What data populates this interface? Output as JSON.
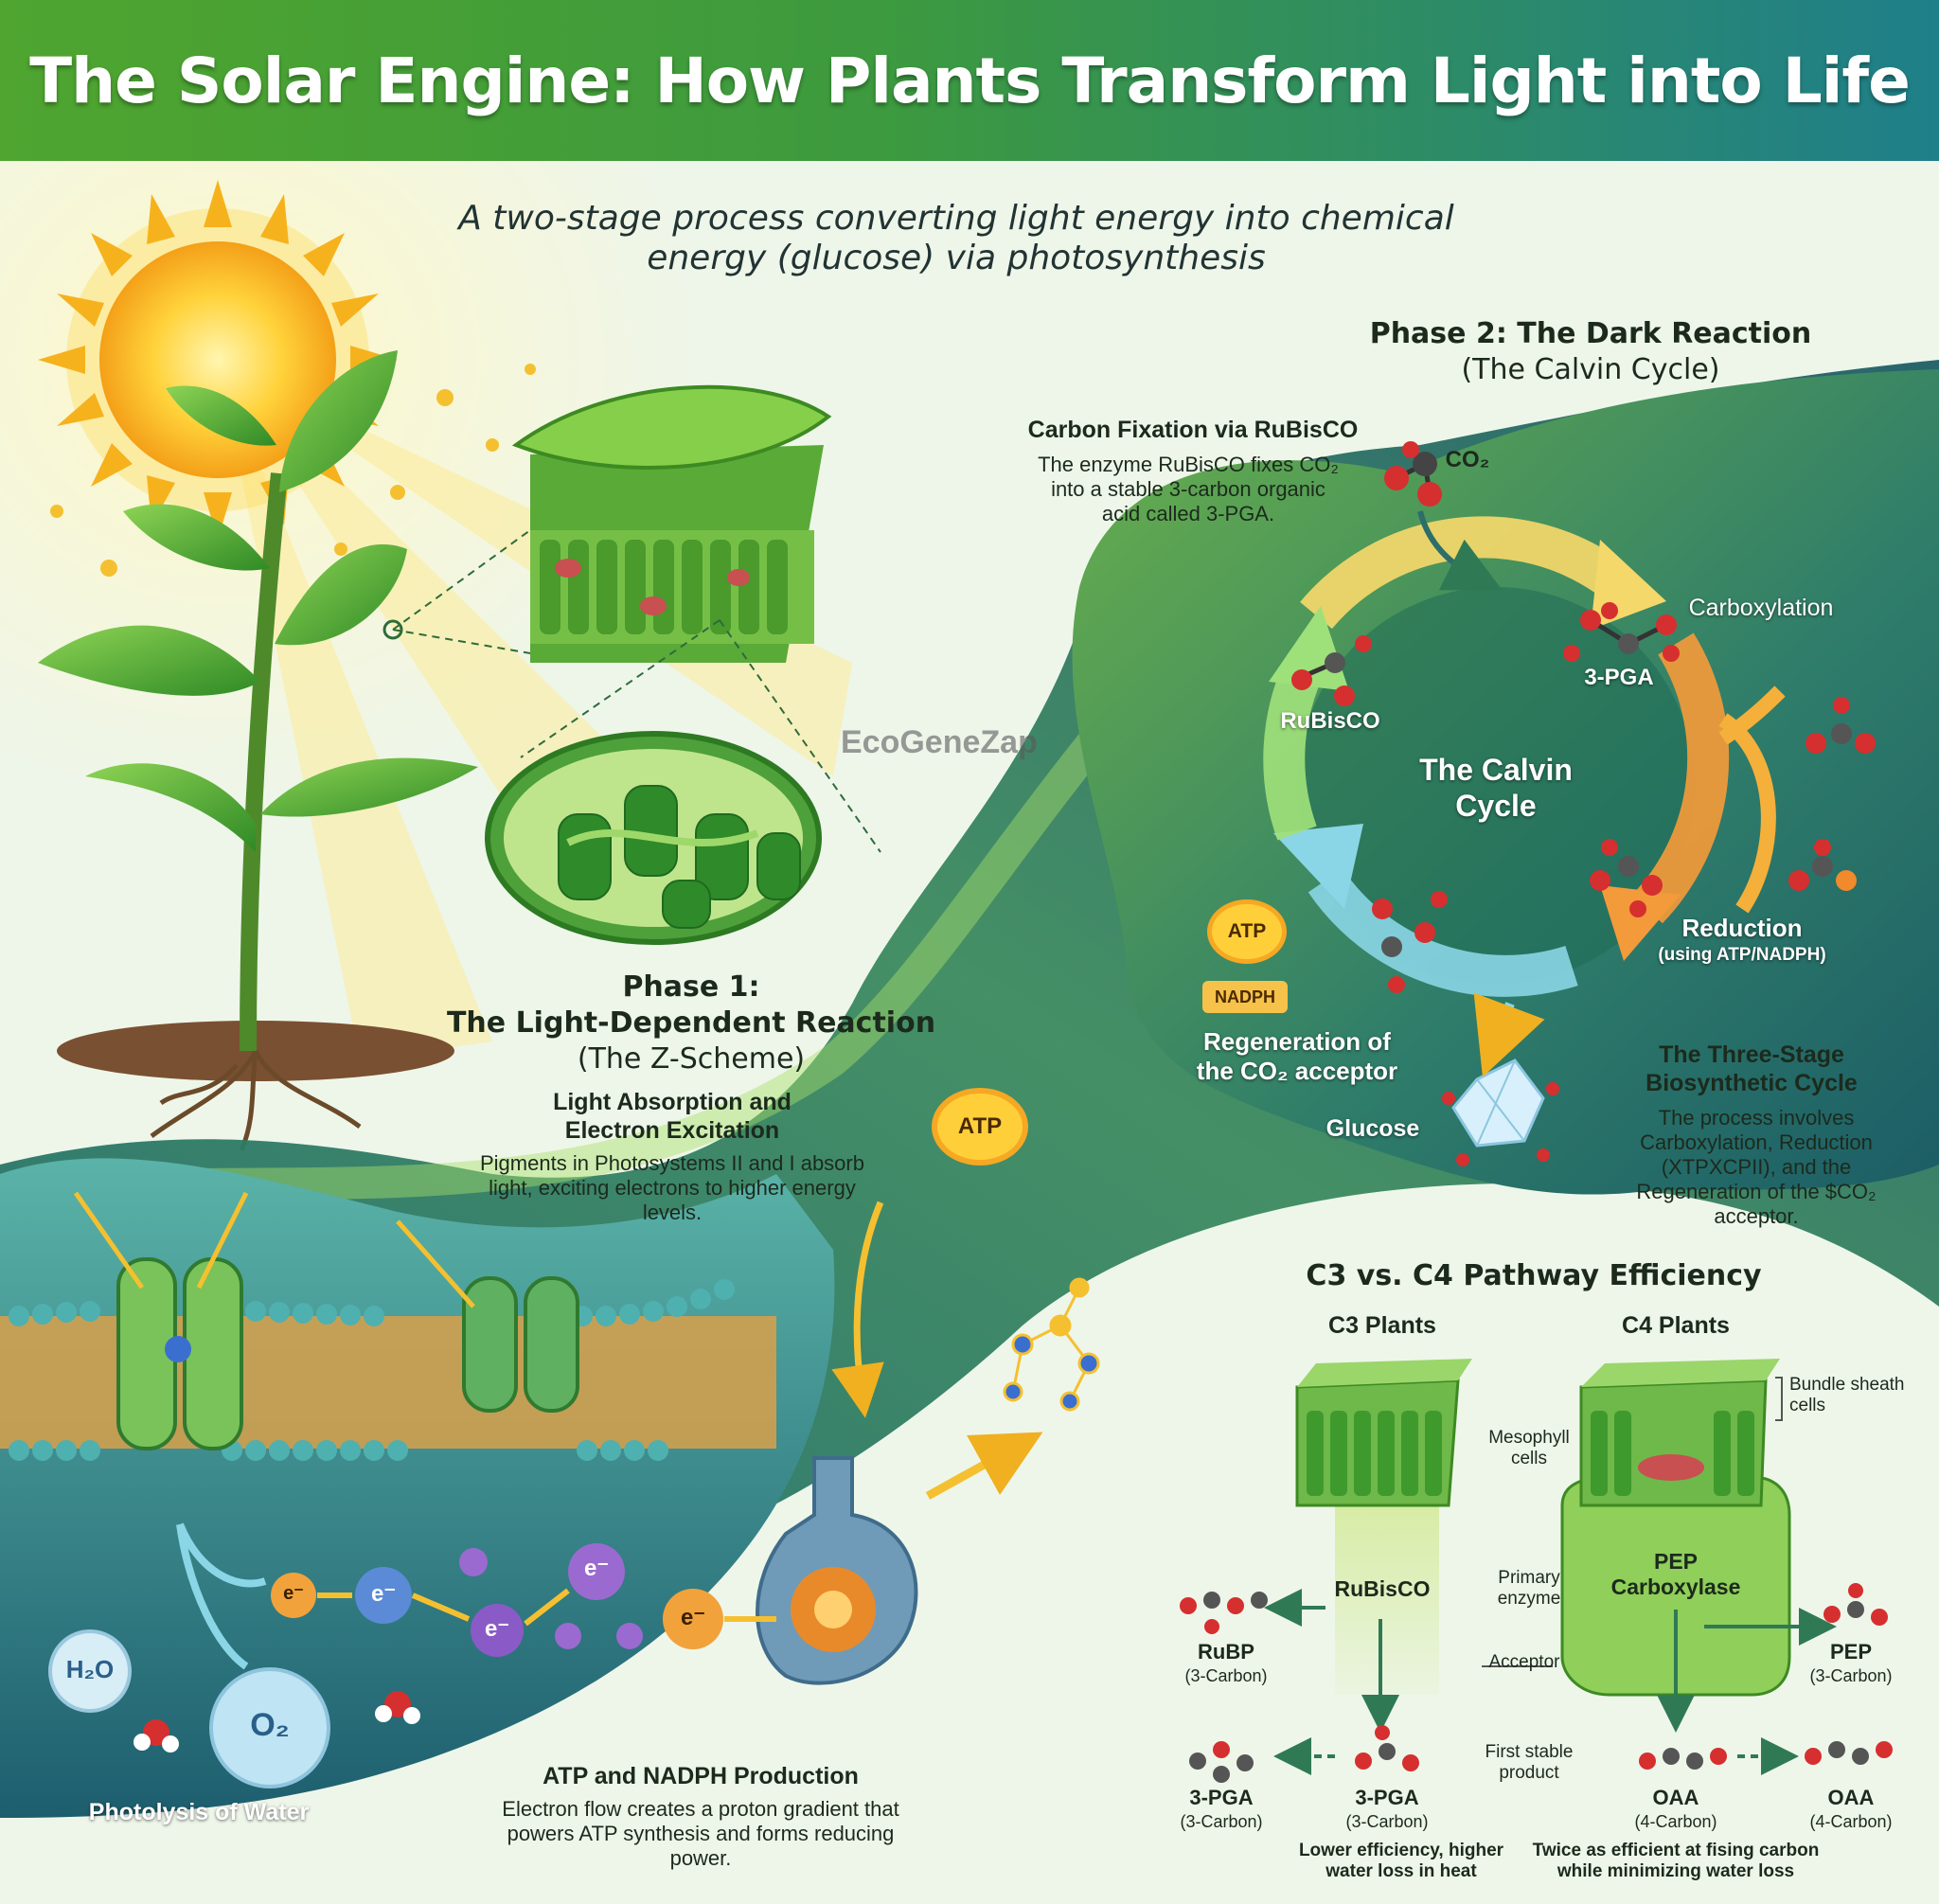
{
  "title": "The Solar Engine: How Plants Transform Light into Life",
  "subtitle": "A two-stage process converting light energy into chemical energy (glucose) via photosynthesis",
  "watermark": "EcoGeneZap",
  "phase1": {
    "heading_line1": "Phase 1:",
    "heading_line2": "The Light-Dependent Reaction",
    "heading_sub": "(The Z-Scheme)",
    "absorption_title": "Light Absorption and Electron Excitation",
    "absorption_text": "Pigments in Photosystems II and I absorb light, exciting electrons to higher energy levels.",
    "atp_nadph_title": "ATP and NADPH Production",
    "atp_nadph_text": "Electron flow creates a proton gradient that powers ATP synthesis and forms reducing power.",
    "photolysis_label": "Photolysis of Water",
    "h2o": "H₂O",
    "o2": "O₂",
    "electron": "e⁻",
    "atp_badge": "ATP"
  },
  "phase2": {
    "heading": "Phase 2: The Dark Reaction",
    "heading_sub": "(The Calvin Cycle)",
    "fixation_title": "Carbon Fixation via RuBisCO",
    "fixation_text": "The enzyme RuBisCO fixes CO₂ into a stable 3-carbon organic acid called 3-PGA.",
    "co2": "CO₂",
    "cycle_center": "The Calvin Cycle",
    "rubisco": "RuBisCO",
    "pga": "3-PGA",
    "carboxylation": "Carboxylation",
    "reduction": "Reduction",
    "reduction_sub": "(using ATP/NADPH)",
    "regeneration": "Regeneration of the CO₂ acceptor",
    "glucose": "Glucose",
    "atp": "ATP",
    "nadph": "NADPH",
    "three_stage_title": "The Three-Stage Biosynthetic Cycle",
    "three_stage_text": "The process involves Carboxylation, Reduction (XTPXCPII), and the Regeneration of the $CO₂ acceptor."
  },
  "comparison": {
    "title": "C3 vs. C4 Pathway Efficiency",
    "c3_label": "C3 Plants",
    "c4_label": "C4 Plants",
    "bundle_sheath": "Bundle sheath cells",
    "mesophyll": "Mesophyll cells",
    "primary_enzyme": "Primary enzyme",
    "acceptor": "Acceptor",
    "first_stable_product": "First stable product",
    "c3_enzyme": "RuBisCO",
    "c4_enzyme": "PEP Carboxylase",
    "rubp": "RuBP",
    "rubp_sub": "(3-Carbon)",
    "pep": "PEP",
    "pep_sub": "(3-Carbon)",
    "pga_a": "3-PGA",
    "pga_a_sub": "(3-Carbon)",
    "pga_b": "3-PGA",
    "pga_b_sub": "(3-Carbon)",
    "oaa_a": "OAA",
    "oaa_a_sub": "(4-Carbon)",
    "oaa_b": "OAA",
    "oaa_b_sub": "(4-Carbon)",
    "c3_note": "Lower efficiency, higher water loss in heat",
    "c4_note": "Twice as efficient at fising carbon while minimizing water loss"
  },
  "colors": {
    "title_green": "#4fa52f",
    "title_teal": "#1f7f8a",
    "leaf_green": "#3f9a2e",
    "stream_teal": "#2f7d74",
    "arrow_yellow": "#f2c94c",
    "arrow_orange": "#f08a24",
    "arrow_cyan": "#7fd3e6"
  }
}
